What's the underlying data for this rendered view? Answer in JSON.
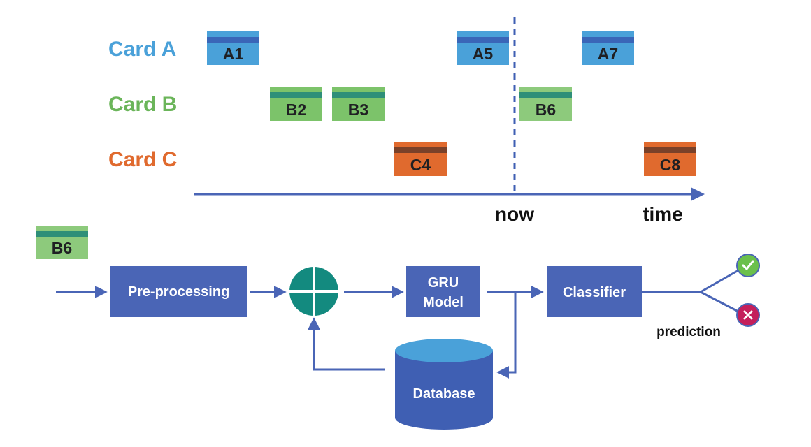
{
  "timeline": {
    "rows": [
      {
        "label": "Card A",
        "color": "#4aa1d9"
      },
      {
        "label": "Card B",
        "color": "#6bb55a"
      },
      {
        "label": "Card C",
        "color": "#e06a2e"
      }
    ],
    "cards": [
      {
        "label": "A1",
        "row": 0
      },
      {
        "label": "A5",
        "row": 0
      },
      {
        "label": "A7",
        "row": 0
      },
      {
        "label": "B2",
        "row": 1
      },
      {
        "label": "B3",
        "row": 1
      },
      {
        "label": "B6",
        "row": 1
      },
      {
        "label": "C4",
        "row": 2
      },
      {
        "label": "C8",
        "row": 2
      }
    ],
    "now_label": "now",
    "time_label": "time"
  },
  "pipeline": {
    "input_card": "B6",
    "preprocessing": "Pre-processing",
    "gru_line1": "GRU",
    "gru_line2": "Model",
    "classifier": "Classifier",
    "database": "Database",
    "prediction": "prediction"
  },
  "colors": {
    "card_a_fill": "#4aa1d9",
    "card_a_band": "#3a66b8",
    "card_b_fill": "#7cc36a",
    "card_b_band": "#2e8f78",
    "card_c_fill": "#e06a2e",
    "card_c_band": "#7a4129",
    "arrow": "#4a65b6",
    "box": "#4a65b6",
    "combiner": "#138a7f",
    "db_top": "#4aa1d9",
    "db_body": "#3f5fb3",
    "check": "#6bc04b",
    "cross": "#c41f5b"
  },
  "icons": {
    "check": "check-icon",
    "cross": "cross-icon",
    "combiner": "plus-circle-icon"
  }
}
